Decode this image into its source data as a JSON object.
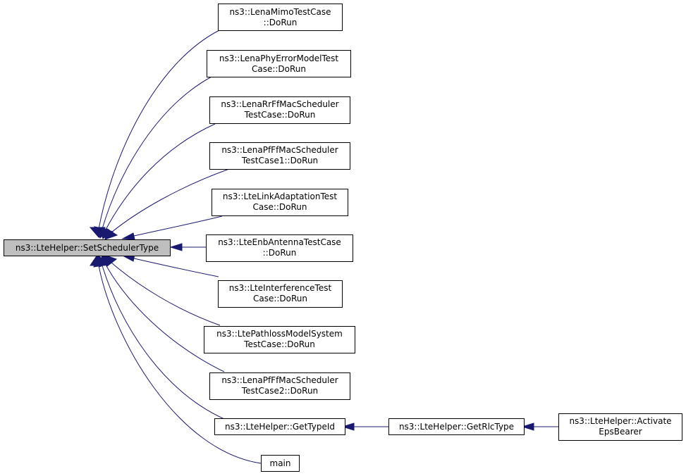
{
  "graph": {
    "root": {
      "lines": [
        "ns3::LteHelper::SetSchedulerType"
      ]
    },
    "callers": [
      {
        "id": "mimo",
        "lines": [
          "ns3::LenaMimoTestCase",
          "::DoRun"
        ]
      },
      {
        "id": "phyerr",
        "lines": [
          "ns3::LenaPhyErrorModelTest",
          "Case::DoRun"
        ]
      },
      {
        "id": "rr",
        "lines": [
          "ns3::LenaRrFfMacScheduler",
          "TestCase::DoRun"
        ]
      },
      {
        "id": "pf1",
        "lines": [
          "ns3::LenaPfFfMacScheduler",
          "TestCase1::DoRun"
        ]
      },
      {
        "id": "linkadapt",
        "lines": [
          "ns3::LteLinkAdaptationTest",
          "Case::DoRun"
        ]
      },
      {
        "id": "antenna",
        "lines": [
          "ns3::LteEnbAntennaTestCase",
          "::DoRun"
        ]
      },
      {
        "id": "interf",
        "lines": [
          "ns3::LteInterferenceTest",
          "Case::DoRun"
        ]
      },
      {
        "id": "pathloss",
        "lines": [
          "ns3::LtePathlossModelSystem",
          "TestCase::DoRun"
        ]
      },
      {
        "id": "pf2",
        "lines": [
          "ns3::LenaPfFfMacScheduler",
          "TestCase2::DoRun"
        ]
      },
      {
        "id": "gettypeid",
        "lines": [
          "ns3::LteHelper::GetTypeId"
        ]
      },
      {
        "id": "main",
        "lines": [
          "main"
        ]
      }
    ],
    "chain": [
      {
        "id": "getrlctype",
        "lines": [
          "ns3::LteHelper::GetRlcType"
        ]
      },
      {
        "id": "activate",
        "lines": [
          "ns3::LteHelper::Activate",
          "EpsBearer"
        ]
      }
    ],
    "edge_color": "#191970"
  }
}
